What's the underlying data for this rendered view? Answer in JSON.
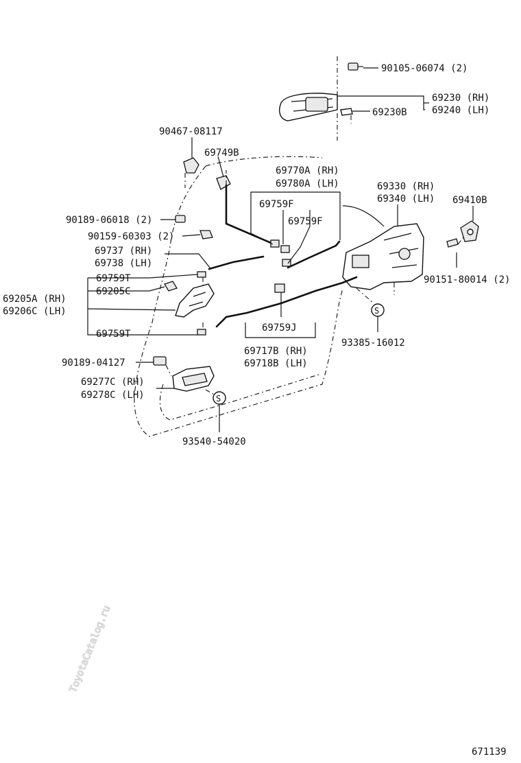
{
  "watermark": "ToyotaCatalog.ru",
  "figure_id": "671139",
  "labels": {
    "p90105": "90105-06074 (2)",
    "p69230": "69230 (RH)",
    "p69240": "69240 (LH)",
    "p69230B": "69230B",
    "p90467": "90467-08117",
    "p69749B": "69749B",
    "p69770A": "69770A (RH)",
    "p69780A": "69780A (LH)",
    "p69759F_a": "69759F",
    "p69759F_b": "69759F",
    "p69330": "69330 (RH)",
    "p69340": "69340 (LH)",
    "p69410B": "69410B",
    "p90189_06018": "90189-06018 (2)",
    "p90159": "90159-60303 (2)",
    "p69737": "69737 (RH)",
    "p69738": "69738 (LH)",
    "p69759T_a": "69759T",
    "p69205C": "69205C",
    "p69205A": "69205A (RH)",
    "p69206C": "69206C (LH)",
    "p69759T_b": "69759T",
    "p69759J": "69759J",
    "p90151": "90151-80014 (2)",
    "p93385": "93385-16012",
    "p69717B": "69717B (RH)",
    "p69718B": "69718B (LH)",
    "p90189_04127": "90189-04127",
    "p69277C": "69277C (RH)",
    "p69278C": "69278C (LH)",
    "p93540": "93540-54020",
    "s_mark_1": "S",
    "s_mark_2": "S"
  }
}
